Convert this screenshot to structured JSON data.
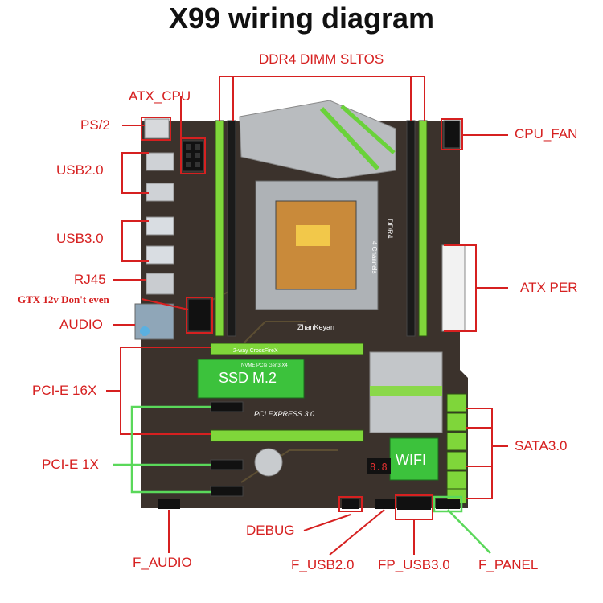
{
  "title": "X99 wiring diagram",
  "labels": {
    "ddr4": "DDR4 DIMM SLTOS",
    "atx_cpu": "ATX_CPU",
    "ps2": "PS/2",
    "cpu_fan": "CPU_FAN",
    "usb20": "USB2.0",
    "usb30": "USB3.0",
    "rj45": "RJ45",
    "atx_per": "ATX PER",
    "gtx_warning": "GTX 12v Don't even",
    "audio": "AUDIO",
    "pcie16": "PCI-E 16X",
    "pcie1": "PCI-E 1X",
    "sata": "SATA3.0",
    "debug": "DEBUG",
    "f_audio": "F_AUDIO",
    "f_usb20": "F_USB2.0",
    "fp_usb30": "FP_USB3.0",
    "f_panel": "F_PANEL"
  },
  "board": {
    "ssd_label": "SSD M.2",
    "wifi_label": "WIFI",
    "pci_express_text": "PCI EXPRESS 3.0",
    "ddr4_silk": "DDR4",
    "channels_silk": "4 Channels",
    "nvme_silk": "NVME PCIe Gen3 X4",
    "crossfire_silk": "2-way CrossFireX",
    "brand_silk": "ZhanKeyan"
  },
  "colors": {
    "annotation": "#d62020",
    "pcb": "#3b322c",
    "slot_accent": "#7fd63a",
    "green_outline": "#5ad85a",
    "heatsink": "#b9bcbf"
  }
}
